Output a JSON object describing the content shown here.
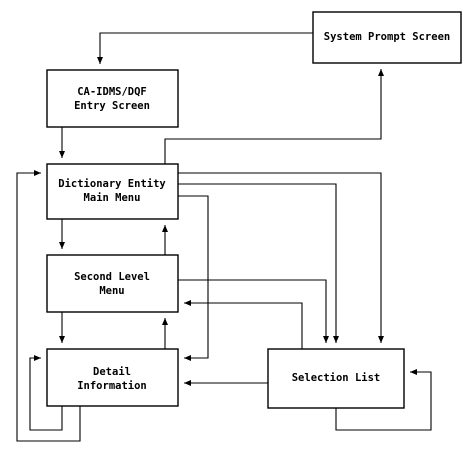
{
  "boxes": {
    "system_prompt": {
      "line1": "System Prompt Screen"
    },
    "entry": {
      "line1": "CA-IDMS/DQF",
      "line2": "Entry Screen"
    },
    "main_menu": {
      "line1": "Dictionary Entity",
      "line2": "Main Menu"
    },
    "second_level": {
      "line1": "Second Level",
      "line2": "Menu"
    },
    "detail": {
      "line1": "Detail",
      "line2": "Information"
    },
    "selection": {
      "line1": "Selection List"
    }
  }
}
